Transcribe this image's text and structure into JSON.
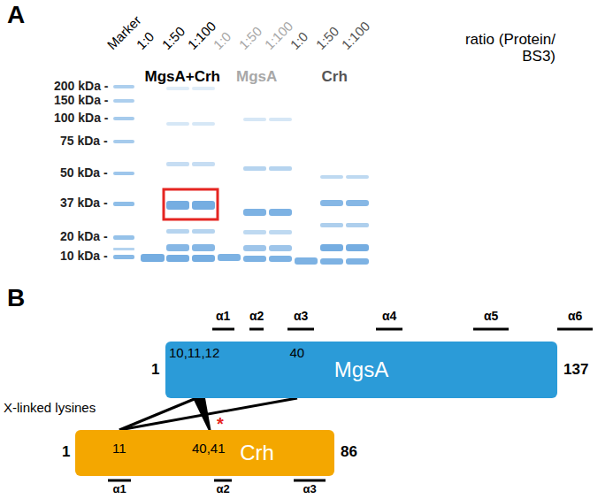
{
  "diagram": {
    "nodes": [
      {
        "text": [
          "MgsA"
        ]
      },
      {
        "text": [
          "Crh"
        ]
      }
    ],
    "edges": [
      {
        "from": 1,
        "to": 0,
        "arrow": "none"
      },
      {
        "from": 1,
        "to": 0,
        "arrow": "none"
      },
      {
        "from": 1,
        "to": 0,
        "arrow": "none"
      }
    ],
    "labels": [
      "A",
      "Marker",
      "1:0",
      "1:50",
      "1:100",
      "1:0",
      "1:50",
      "1:100",
      "1:0",
      "1:50",
      "1:100",
      "ratio (Protein/ BS3)",
      "MgsA+Crh",
      "MgsA",
      "Crh",
      "200 kDa -",
      "150 kDa -",
      "100 kDa -",
      "75 kDa -",
      "50 kDa -",
      "37 kDa -",
      "20 kDa -",
      "10 kDa -",
      "B",
      "α1",
      "α2",
      "α3",
      "α4",
      "α5",
      "α6",
      "1",
      "137",
      "10,11,12",
      "40",
      "X-linked lysines",
      "1",
      "86",
      "11",
      "40,41",
      "*",
      "α1",
      "α2",
      "α3"
    ]
  }
}
